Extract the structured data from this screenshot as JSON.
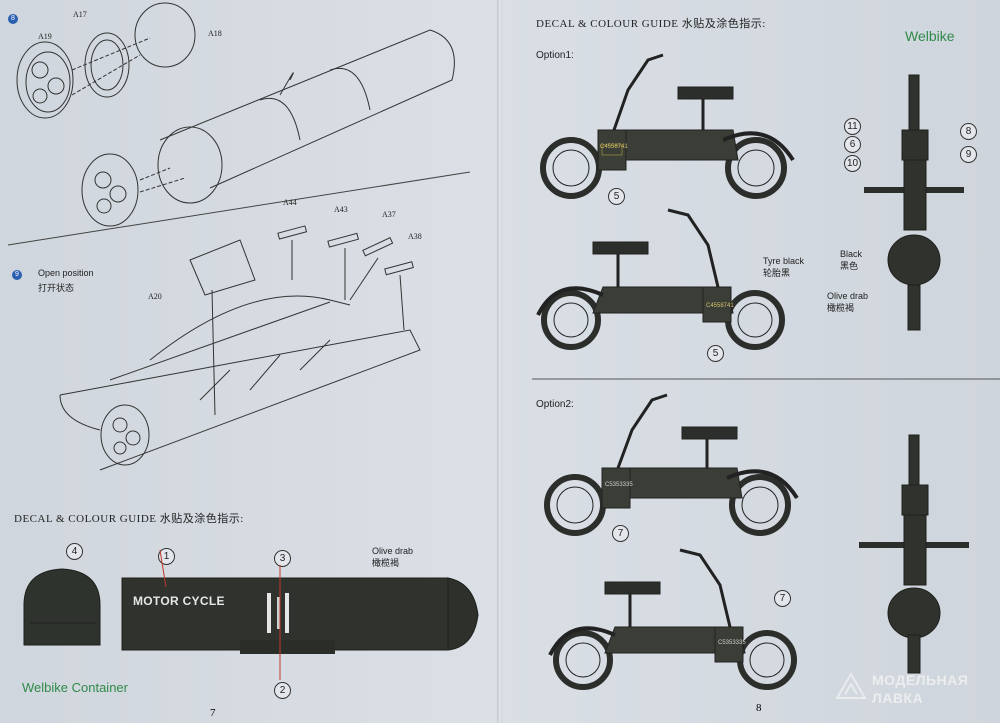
{
  "left_page": {
    "step_a_number": "8",
    "parts": {
      "a19": "A19",
      "a17": "A17",
      "a18": "A18",
      "a44": "A44",
      "a43": "A43",
      "a37": "A37",
      "a38": "A38",
      "a20": "A20"
    },
    "step_b_number": "9",
    "open_position_en": "Open position",
    "open_position_cn": "打开状态",
    "decal_header": "DECAL & COLOUR GUIDE  水贴及涂色指示:",
    "markers": {
      "m1": "1",
      "m2": "2",
      "m3": "3",
      "m4": "4"
    },
    "olive_drab_en": "Olive drab",
    "olive_drab_cn": "橄榄褐",
    "container_text": "MOTOR CYCLE",
    "container_caption": "Welbike Container",
    "page_number": "7"
  },
  "right_page": {
    "decal_header": "DECAL & COLOUR GUIDE  水贴及涂色指示:",
    "title": "Welbike",
    "option1": "Option1:",
    "option2": "Option2:",
    "markers": {
      "m5a": "5",
      "m5b": "5",
      "m6": "6",
      "m7a": "7",
      "m7b": "7",
      "m8": "8",
      "m9": "9",
      "m10": "10",
      "m11": "11"
    },
    "plate1": "C4558741",
    "plate2": "C5353335",
    "tyre_en": "Tyre black",
    "tyre_cn": "轮胎黑",
    "black_en": "Black",
    "black_cn": "黑色",
    "olive_en": "Olive drab",
    "olive_cn": "橄榄褐",
    "page_number": "8"
  },
  "watermark": {
    "line1": "МОДЕЛЬНАЯ",
    "line2": "ЛАВКА"
  },
  "colors": {
    "olive": "#3a3e37",
    "dark": "#2b2e2a",
    "green_text": "#2f8a4a",
    "step_blue": "#2a5fb0"
  }
}
